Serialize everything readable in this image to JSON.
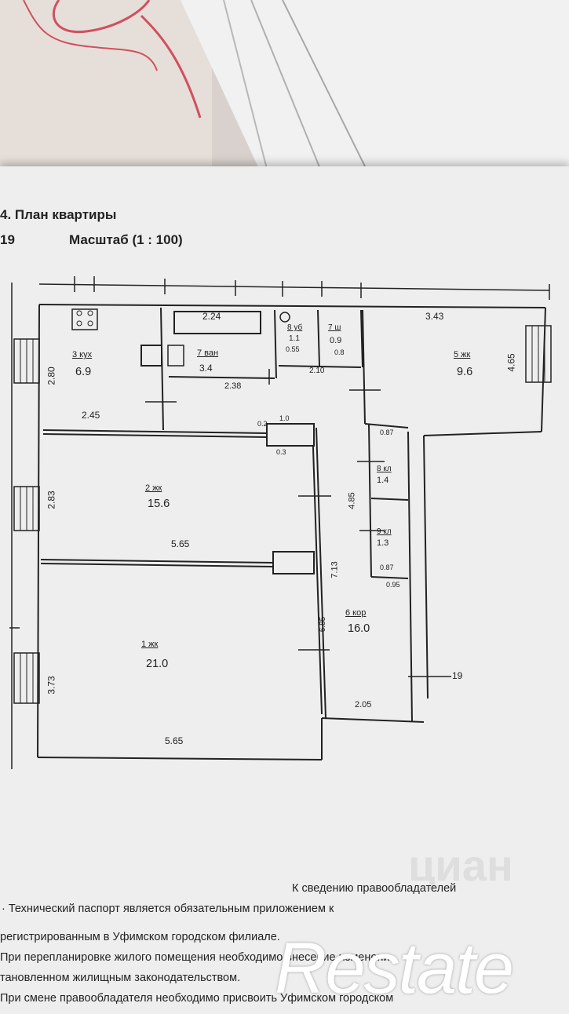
{
  "header": {
    "title": "4. План квартиры",
    "code": "19",
    "scale": "Масштаб (1 : 100)"
  },
  "rooms": [
    {
      "name": "3 кух",
      "area": "6.9"
    },
    {
      "name": "7 ван",
      "area": "3.4"
    },
    {
      "name": "8 уб",
      "area": "1.1"
    },
    {
      "name": "7 ш",
      "area": "0.9"
    },
    {
      "name": "5 жк",
      "area": "9.6"
    },
    {
      "name": "2 жк",
      "area": "15.6"
    },
    {
      "name": "8 кл",
      "area": "1.4"
    },
    {
      "name": "9 кл",
      "area": "1.3"
    },
    {
      "name": "6 кор",
      "area": "16.0"
    },
    {
      "name": "1 жк",
      "area": "21.0"
    }
  ],
  "dimensions": {
    "bath_top": "2.24",
    "bedroom5_top": "3.43",
    "bedroom5_side": "4.65",
    "kitchen_side": "2.80",
    "kitchen_bottom": "2.45",
    "bath_bottom": "2.38",
    "toilet_bottom": "2.10",
    "toilet_small1": "0.55",
    "toilet_small2": "0.8",
    "nook_small1": "1.0",
    "nook_small2": "0.2",
    "nook_small3": "0.3",
    "room2_side": "2.83",
    "room2_bottom": "5.65",
    "closet_top": "0.87",
    "closet_mid": "0.87",
    "closet_bottom": "0.95",
    "corridor_len1": "4.85",
    "corridor_len2": "7.13",
    "corridor_width": "6.85",
    "corridor_bottom": "2.05",
    "room1_side": "3.73",
    "room1_bottom": "5.65",
    "wall_mark": "19"
  },
  "notice": {
    "title": "К сведению правообладателей",
    "lines": [
      "·  Технический    паспорт    является   обязательным   приложением   к",
      "регистрированным в Уфимском городском филиале.",
      "  При  перепланировке  жилого  помещения  необходимо  внесение  изменени",
      "тановленном жилищным законодательством.",
      "  При  смене  правообладателя  необходимо  присвоить  Уфимском городском"
    ]
  },
  "watermark": "циан",
  "logo": "Restate"
}
